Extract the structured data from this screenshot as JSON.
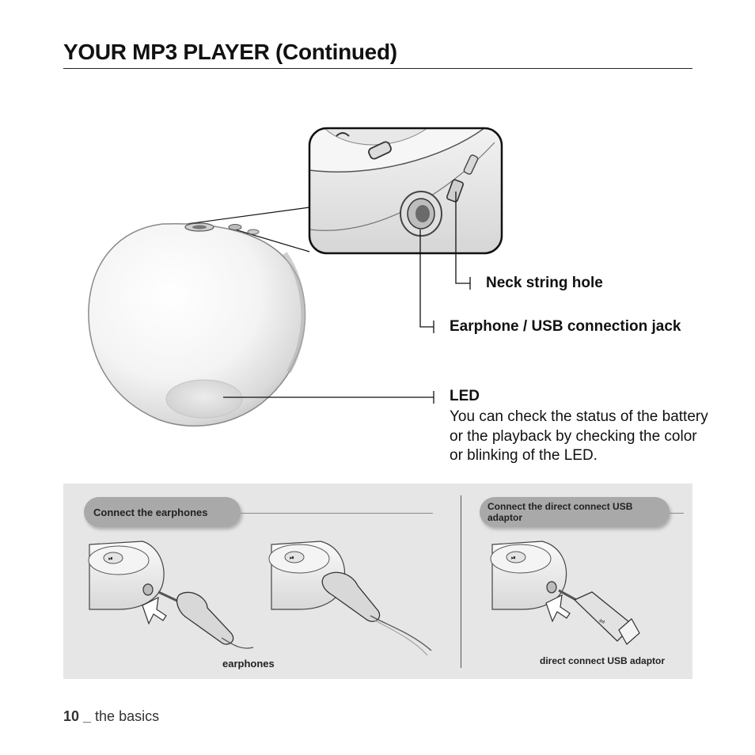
{
  "page": {
    "title": "YOUR MP3 PLAYER (Continued)"
  },
  "callouts": {
    "neck_string_hole": "Neck string hole",
    "earphone_jack": "Earphone / USB connection jack",
    "led_title": "LED",
    "led_description": "You can check the status of the battery or the playback by checking the color or blinking of the LED."
  },
  "panel": {
    "left_section_title": "Connect the earphones",
    "right_section_title": "Connect the direct connect USB adaptor",
    "caption_earphones": "earphones",
    "caption_usb": "direct connect USB adaptor"
  },
  "footer": {
    "page_number": "10",
    "separator": " _ ",
    "section": "the basics"
  }
}
